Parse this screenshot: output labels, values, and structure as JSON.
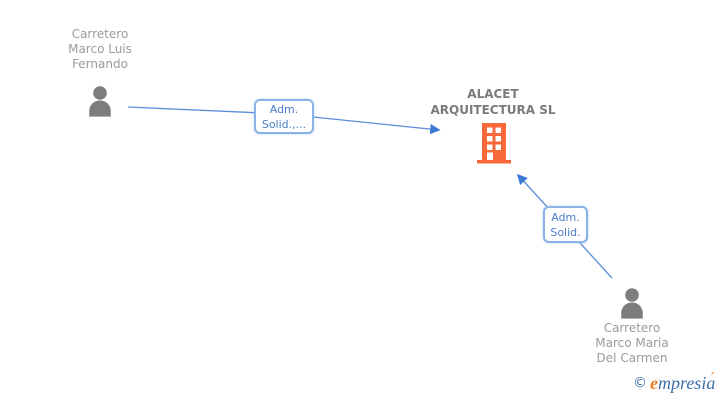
{
  "nodes": {
    "person1": {
      "type": "person",
      "name_lines": [
        "Carretero",
        "Marco Luis",
        "Fernando"
      ]
    },
    "company": {
      "type": "company",
      "name_lines": [
        "ALACET",
        "ARQUITECTURA SL"
      ]
    },
    "person2": {
      "type": "person",
      "name_lines": [
        "Carretero",
        "Marco Maria",
        "Del Carmen"
      ]
    }
  },
  "edges": [
    {
      "from": "person1",
      "to": "company",
      "label_lines": [
        "Adm.",
        "Solid.,..."
      ]
    },
    {
      "from": "person2",
      "to": "company",
      "label_lines": [
        "Adm.",
        "Solid."
      ]
    }
  ],
  "watermark": {
    "copyright": "©",
    "brand_first": "e",
    "brand_rest": "mpresia",
    "accent": "´"
  },
  "colors": {
    "line_blue": "#5b8dd9",
    "arrow_blue": "#3d7ad6",
    "label_border_blue": "#8ab2e8",
    "label_text_blue": "#4a7dc9",
    "building_orange": "#f9683a",
    "person_gray": "#7d7d7d",
    "name_text_gray": "#9b9b9b",
    "company_text_gray": "#7b7b7b",
    "logo_orange": "#ee7b23",
    "logo_blue": "#3d6fa8"
  }
}
